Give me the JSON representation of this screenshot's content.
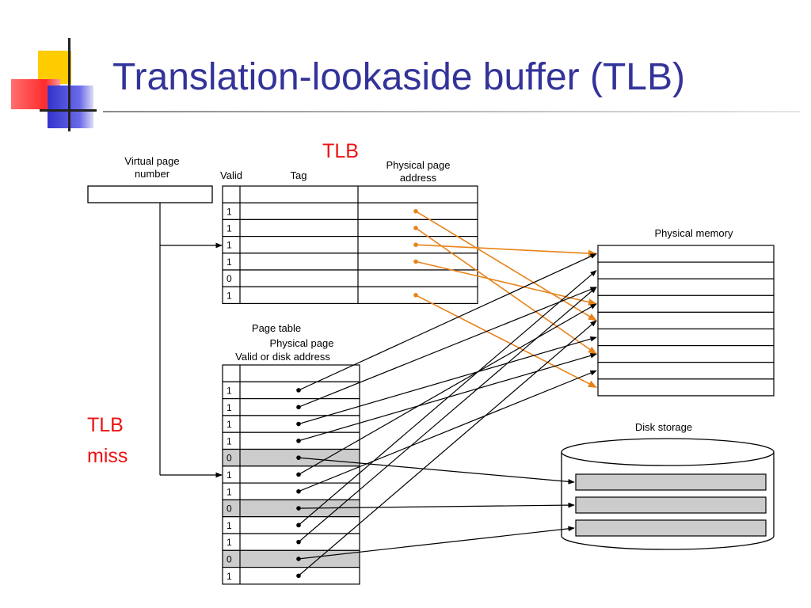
{
  "slide": {
    "title": "Translation-lookaside buffer (TLB)"
  },
  "colors": {
    "title": "#333399",
    "tlb_label": "#ee1111",
    "orange_arrow": "#e8831a",
    "shaded_row": "#cccccc"
  },
  "labels": {
    "virtual_page_number_line1": "Virtual page",
    "virtual_page_number_line2": "number",
    "tlb": "TLB",
    "valid": "Valid",
    "tag": "Tag",
    "physical_page_address_line1": "Physical page",
    "physical_page_address_line2": "address",
    "physical_memory": "Physical memory",
    "page_table": "Page table",
    "pt_physical_page": "Physical page",
    "pt_valid_or_disk_address": "Valid or disk address",
    "disk_storage": "Disk storage",
    "tlb_miss_line1": "TLB",
    "tlb_miss_line2": "miss"
  },
  "tlb_valid_bits": [
    "1",
    "1",
    "1",
    "1",
    "0",
    "1"
  ],
  "page_table_valid_bits": [
    "1",
    "1",
    "1",
    "1",
    "0",
    "1",
    "1",
    "0",
    "1",
    "1",
    "0",
    "1"
  ],
  "tlb_to_memory": [
    4,
    6,
    0,
    3,
    8
  ],
  "page_table_to_memory": [
    0,
    2,
    5,
    6,
    3,
    7,
    1,
    2,
    4
  ],
  "page_table_to_disk": [
    0,
    1,
    2
  ],
  "physical_memory_rows": 9,
  "disk_slots": 3
}
